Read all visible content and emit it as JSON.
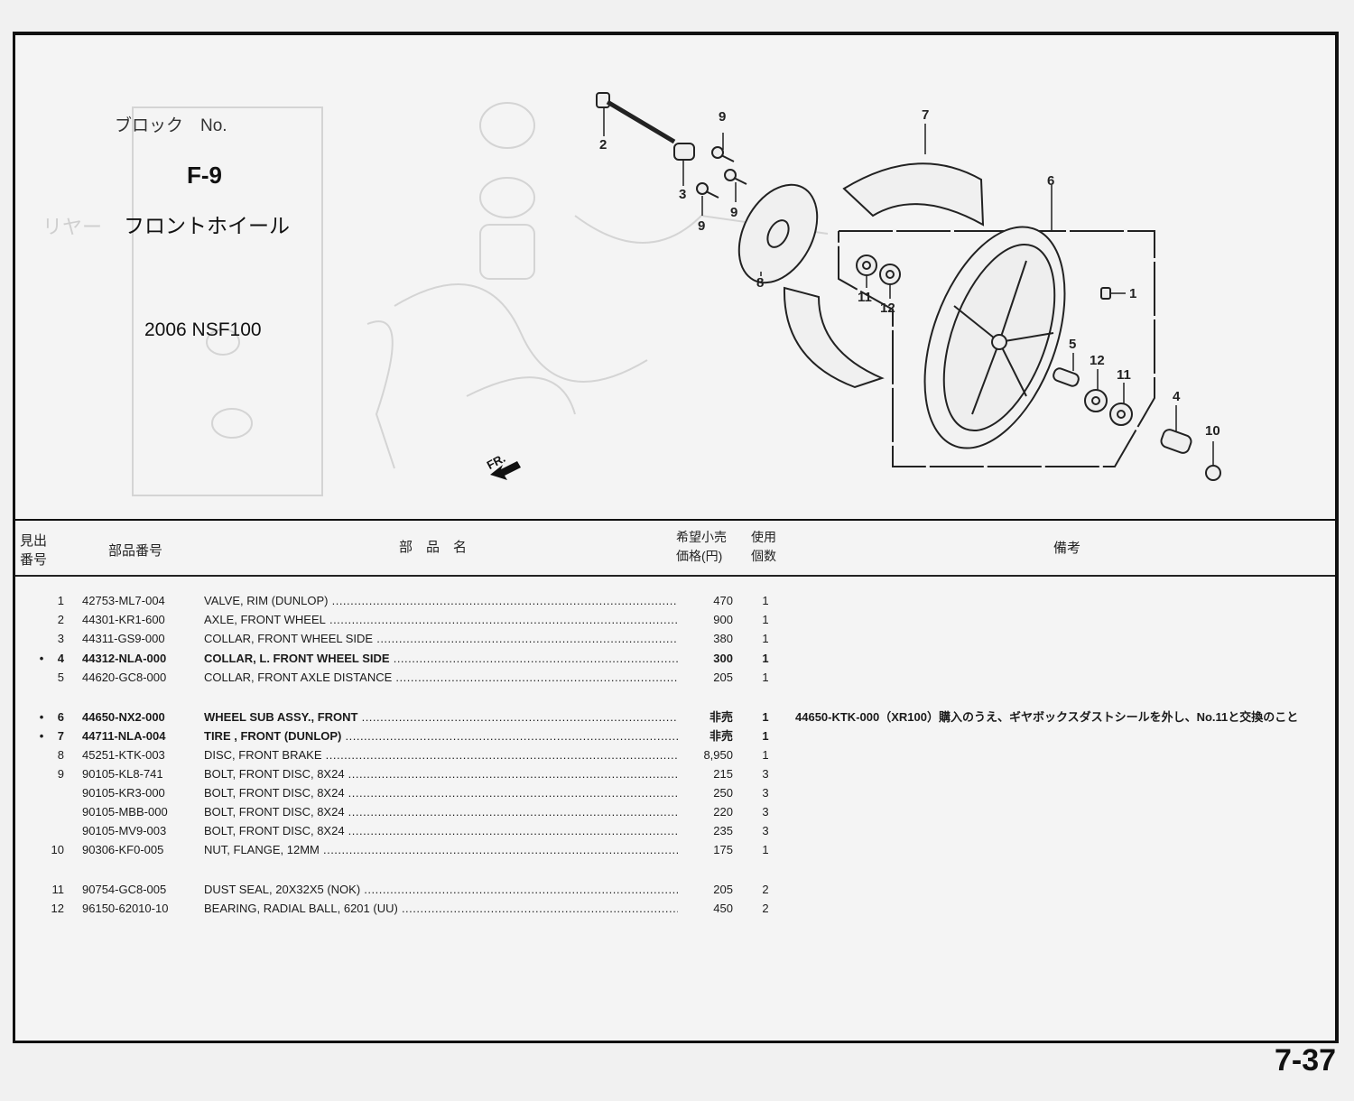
{
  "page": {
    "number": "7-37"
  },
  "block": {
    "label": "ブロック　No.",
    "code": "F-9",
    "name": "フロントホイール",
    "model": "2006 NSF100"
  },
  "diagram": {
    "direction_indicator": "FR.",
    "callouts": [
      "1",
      "2",
      "3",
      "4",
      "5",
      "6",
      "7",
      "8",
      "9",
      "9",
      "9",
      "9",
      "10",
      "11",
      "11",
      "12",
      "12"
    ]
  },
  "table": {
    "headers": {
      "ref_no": "見出\n番号",
      "ref_no_line1": "見出",
      "ref_no_line2": "番号",
      "part_no": "部品番号",
      "part_name": "部　品　名",
      "price_line1": "希望小売",
      "price_line2": "価格(円)",
      "qty_line1": "使用",
      "qty_line2": "個数",
      "remarks": "備考"
    },
    "rows": [
      {
        "marker": "",
        "ref": "1",
        "part_no": "42753-ML7-004",
        "desc": "VALVE, RIM (DUNLOP)",
        "price": "470",
        "qty": "1",
        "note": "",
        "bold": false
      },
      {
        "marker": "",
        "ref": "2",
        "part_no": "44301-KR1-600",
        "desc": "AXLE, FRONT WHEEL",
        "price": "900",
        "qty": "1",
        "note": "",
        "bold": false
      },
      {
        "marker": "",
        "ref": "3",
        "part_no": "44311-GS9-000",
        "desc": "COLLAR, FRONT WHEEL SIDE",
        "price": "380",
        "qty": "1",
        "note": "",
        "bold": false
      },
      {
        "marker": "•",
        "ref": "4",
        "part_no": "44312-NLA-000",
        "desc": "COLLAR, L. FRONT WHEEL SIDE",
        "price": "300",
        "qty": "1",
        "note": "",
        "bold": true
      },
      {
        "marker": "",
        "ref": "5",
        "part_no": "44620-GC8-000",
        "desc": "COLLAR, FRONT AXLE DISTANCE",
        "price": "205",
        "qty": "1",
        "note": "",
        "bold": false
      },
      {
        "marker": "•",
        "ref": "6",
        "part_no": "44650-NX2-000",
        "desc": "WHEEL SUB ASSY., FRONT",
        "price": "非売",
        "qty": "1",
        "note": "44650-KTK-000（XR100）購入のうえ、ギヤボックスダストシールを外し、No.11と交換のこと",
        "bold": true
      },
      {
        "marker": "•",
        "ref": "7",
        "part_no": "44711-NLA-004",
        "desc": "TIRE , FRONT (DUNLOP)",
        "price": "非売",
        "qty": "1",
        "note": "",
        "bold": true
      },
      {
        "marker": "",
        "ref": "8",
        "part_no": "45251-KTK-003",
        "desc": "DISC, FRONT BRAKE",
        "price": "8,950",
        "qty": "1",
        "note": "",
        "bold": false
      },
      {
        "marker": "",
        "ref": "9",
        "part_no": "90105-KL8-741",
        "desc": "BOLT, FRONT DISC, 8X24",
        "price": "215",
        "qty": "3",
        "note": "",
        "bold": false
      },
      {
        "marker": "",
        "ref": "",
        "part_no": "90105-KR3-000",
        "desc": "BOLT, FRONT DISC, 8X24",
        "price": "250",
        "qty": "3",
        "note": "",
        "bold": false
      },
      {
        "marker": "",
        "ref": "",
        "part_no": "90105-MBB-000",
        "desc": "BOLT, FRONT DISC, 8X24",
        "price": "220",
        "qty": "3",
        "note": "",
        "bold": false
      },
      {
        "marker": "",
        "ref": "",
        "part_no": "90105-MV9-003",
        "desc": "BOLT, FRONT DISC, 8X24",
        "price": "235",
        "qty": "3",
        "note": "",
        "bold": false
      },
      {
        "marker": "",
        "ref": "10",
        "part_no": "90306-KF0-005",
        "desc": "NUT, FLANGE, 12MM",
        "price": "175",
        "qty": "1",
        "note": "",
        "bold": false
      },
      {
        "marker": "",
        "ref": "11",
        "part_no": "90754-GC8-005",
        "desc": "DUST SEAL, 20X32X5 (NOK)",
        "price": "205",
        "qty": "2",
        "note": "",
        "bold": false
      },
      {
        "marker": "",
        "ref": "12",
        "part_no": "96150-62010-10",
        "desc": "BEARING, RADIAL BALL, 6201 (UU)",
        "price": "450",
        "qty": "2",
        "note": "",
        "bold": false
      }
    ]
  }
}
